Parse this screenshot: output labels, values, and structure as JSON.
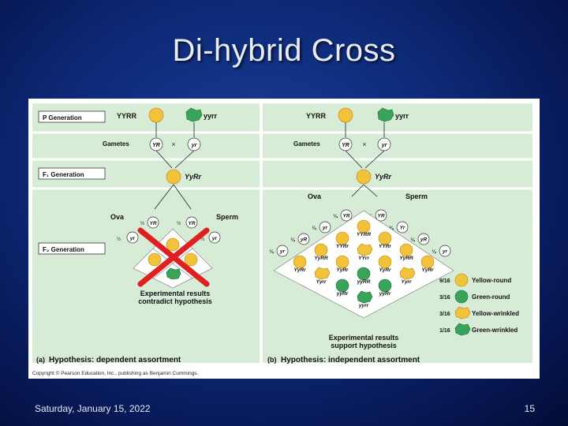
{
  "slide": {
    "title": "Di-hybrid Cross",
    "date": "Saturday, January 15, 2022",
    "page_number": "15"
  },
  "figure": {
    "copyright": "Copyright © Pearson Education, Inc., publishing as Benjamin Cummings.",
    "row_labels": {
      "p": "P Generation",
      "f1": "F₁ Generation",
      "f2": "F₂ Generation"
    },
    "colors": {
      "panel": "#d7ecd6",
      "pea_yellow": "#f2c23a",
      "pea_green": "#3aa35a",
      "cross": "#e02020"
    },
    "left": {
      "parent1": "YYRR",
      "parent2": "yyrr",
      "gametes_label": "Gametes",
      "gamete1": "YR",
      "gamete2": "yr",
      "f1": "YyRr",
      "ova": "Ova",
      "sperm": "Sperm",
      "half": "½",
      "ova_gametes": [
        "YR",
        "yr"
      ],
      "sperm_gametes": [
        "YR",
        "yr"
      ],
      "result": [
        "Experimental results",
        "contradict hypothesis"
      ],
      "caption_letter": "(a)",
      "caption": "Hypothesis: dependent assortment"
    },
    "right": {
      "parent1": "YYRR",
      "parent2": "yyrr",
      "gametes_label": "Gametes",
      "gamete1": "YR",
      "gamete2": "yr",
      "f1": "YyRr",
      "ova": "Ova",
      "sperm": "Sperm",
      "quarter": "¼",
      "ova_gametes": [
        "YR",
        "yr",
        "yR",
        "yr"
      ],
      "sperm_gametes": [
        "YR",
        "Yr",
        "yR",
        "yr"
      ],
      "cells": [
        "YYRR",
        "YYRr",
        "YyRR",
        "YyRr",
        "YYRr",
        "YYrr",
        "YyRr",
        "Yyrr",
        "YyRR",
        "YyRr",
        "yyRR",
        "yyRr",
        "YyRr",
        "Yyrr",
        "yyRr",
        "yyrr"
      ],
      "legend": [
        {
          "fraction": "9/16",
          "label": "Yellow-round"
        },
        {
          "fraction": "3/16",
          "label": "Green-round"
        },
        {
          "fraction": "3/16",
          "label": "Yellow-wrinkled"
        },
        {
          "fraction": "1/16",
          "label": "Green-wrinkled"
        }
      ],
      "result": [
        "Experimental results",
        "support hypothesis"
      ],
      "caption_letter": "(b)",
      "caption": "Hypothesis: independent assortment"
    }
  }
}
